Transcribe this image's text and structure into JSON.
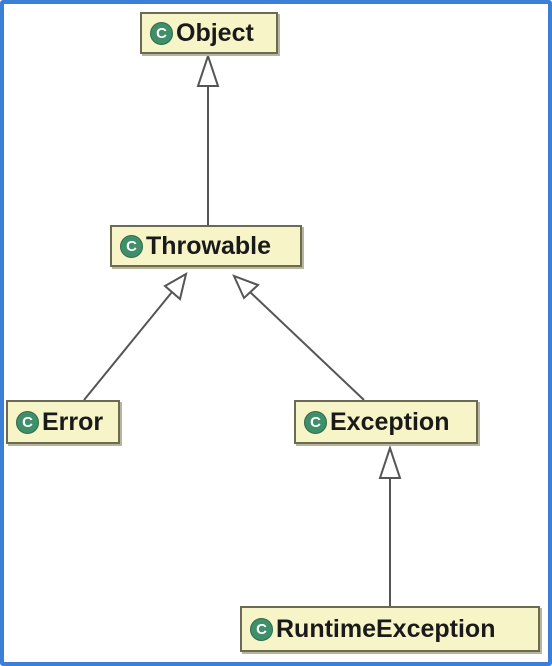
{
  "diagram": {
    "class_icon_letter": "C",
    "nodes": {
      "object": "Object",
      "throwable": "Throwable",
      "error": "Error",
      "exception": "Exception",
      "runtime_exception": "RuntimeException"
    },
    "edges": [
      {
        "from": "Throwable",
        "to": "Object"
      },
      {
        "from": "Error",
        "to": "Throwable"
      },
      {
        "from": "Exception",
        "to": "Throwable"
      },
      {
        "from": "RuntimeException",
        "to": "Exception"
      }
    ]
  },
  "colors": {
    "node_fill": "#f7f4c8",
    "node_border": "#6a6a55",
    "class_icon": "#3f8f6a",
    "frame_border": "#3b7fd6",
    "edge": "#555555"
  }
}
